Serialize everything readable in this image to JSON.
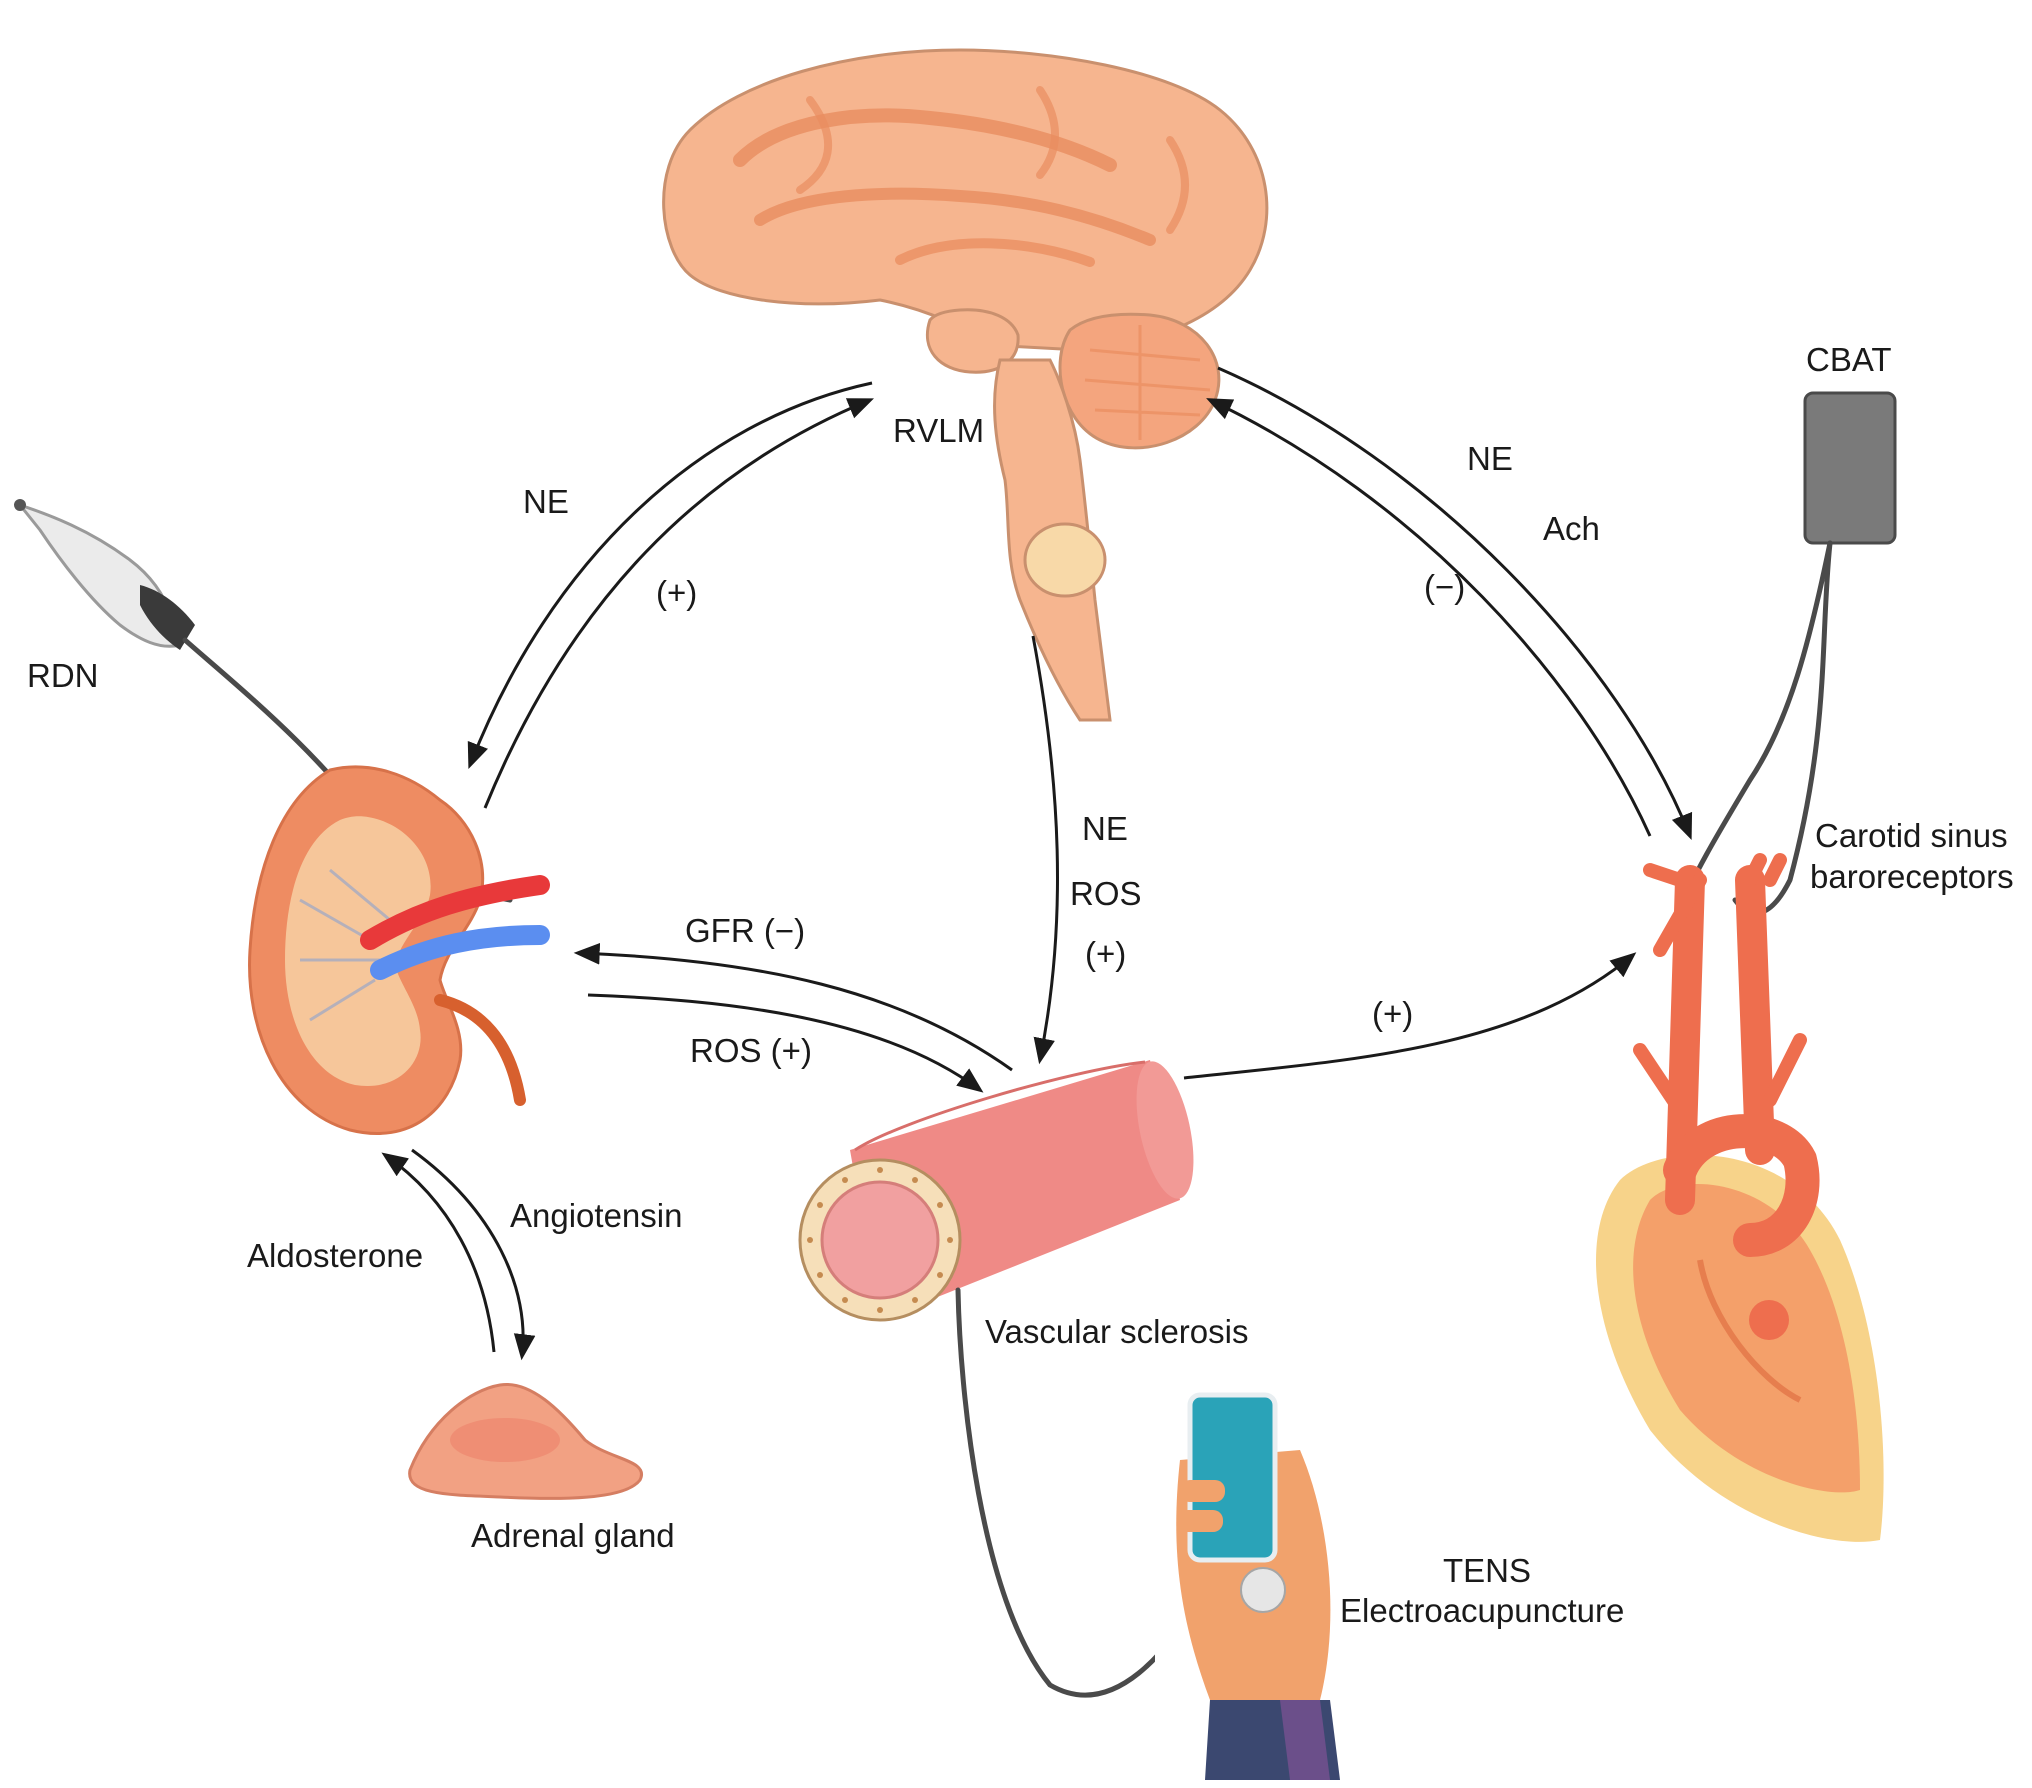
{
  "labels": {
    "rvlm": "RVLM",
    "rdn": "RDN",
    "cbat": "CBAT",
    "carotid_line1": "Carotid sinus",
    "carotid_line2": "baroreceptors",
    "ne_left": "NE",
    "plus_left": "(+)",
    "ne_right": "NE",
    "ach_right": "Ach",
    "minus_right": "(−)",
    "ne_center": "NE",
    "ros_center": "ROS",
    "plus_center": "(+)",
    "gfr": "GFR (−)",
    "ros_kidney": "ROS (+)",
    "plus_heart": "(+)",
    "aldosterone": "Aldosterone",
    "angiotensin": "Angiotensin",
    "adrenal_gland": "Adrenal gland",
    "vascular_sclerosis": "Vascular sclerosis",
    "tens": "TENS",
    "electroacupuncture": "Electroacupuncture"
  },
  "colors": {
    "brain": "#f6b58f",
    "brain_fold": "#e98d5f",
    "kidney": "#ee8c62",
    "kidney_inner": "#f6c69a",
    "artery": "#e8393a",
    "vein": "#5b8ef0",
    "vessel_outer": "#ef8a86",
    "vessel_inner": "#f1a0a0",
    "vessel_wall": "#f6dfb9",
    "heart_outer": "#f7d38a",
    "heart_body": "#f4a06a",
    "heart_vessels": "#ee6e4e",
    "device": "#7a7a7a",
    "phone": "#2aa3b8",
    "hand": "#f1a26c",
    "sleeve": "#3b4870"
  }
}
